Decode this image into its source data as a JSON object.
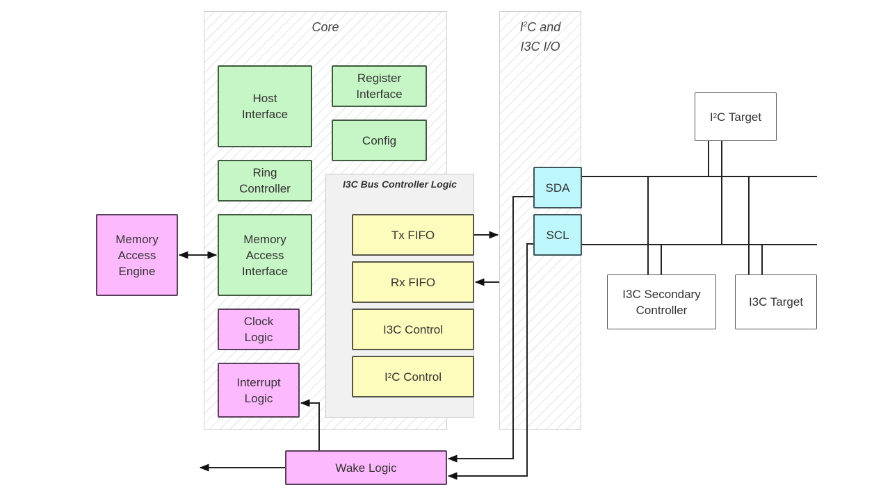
{
  "diagram": {
    "regions": {
      "core": "Core",
      "io_line1_pre": "I",
      "io_line1_sup": "2",
      "io_line1_post": "C and",
      "io_line2": "I3C I/O",
      "bus_controller_logic": "I3C Bus Controller Logic"
    },
    "blocks": {
      "host_interface": "Host\nInterface",
      "register_interface": "Register\nInterface",
      "config": "Config",
      "ring_controller": "Ring\nController",
      "memory_access_interface": "Memory\nAccess\nInterface",
      "memory_access_engine": "Memory\nAccess\nEngine",
      "clock_logic": "Clock\nLogic",
      "interrupt_logic": "Interrupt\nLogic",
      "tx_fifo": "Tx FIFO",
      "rx_fifo": "Rx FIFO",
      "i3c_control": "I3C Control",
      "i2c_control_pre": "I",
      "i2c_control_sup": "2",
      "i2c_control_post": "C Control",
      "wake_logic": "Wake Logic",
      "sda": "SDA",
      "scl": "SCL",
      "i2c_target_pre": "I",
      "i2c_target_sup": "2",
      "i2c_target_post": "C Target",
      "i3c_secondary_controller": "I3C Secondary\nController",
      "i3c_target": "I3C Target"
    },
    "colors": {
      "core_block": "#c6f5c6",
      "aux_block": "#fdb9fd",
      "fifo_block": "#fdfcbc",
      "io_pin": "#bdf6fb",
      "external_device": "#ffffff"
    }
  }
}
